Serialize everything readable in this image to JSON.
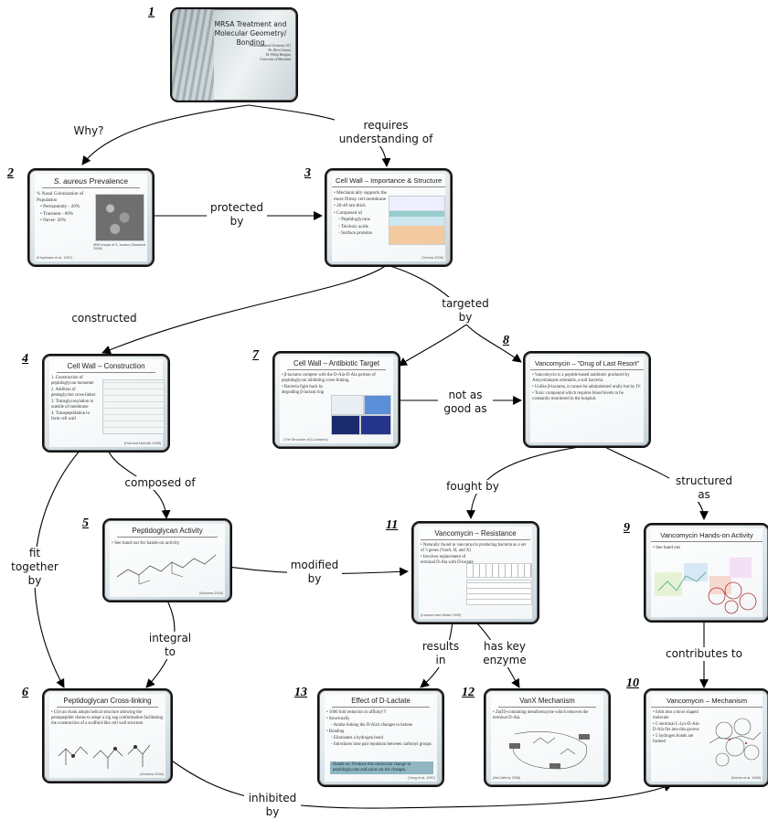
{
  "nodes": [
    {
      "number": "1",
      "title": "MRSA Treatment and Molecular Geometry/ Bonding",
      "subtitle_lines": [
        "Pharmaceutical Chemistry 101",
        "Dr. Sheri Gurney",
        "Dr. Philip Hudgins",
        "University of Maryland"
      ]
    },
    {
      "number": "2",
      "title_em": "S. aureus",
      "title_rest": " Prevalence",
      "bullets": [
        "% Nasal Colonization of Population",
        "• Permanently - 20%",
        "• Transient - 60%",
        "• Never- 20%"
      ],
      "caption": "SEM image of S. aureus (Rowland 2006)",
      "cite": "(Kluytmans et al. 1997)"
    },
    {
      "number": "3",
      "title": "Cell Wall – Importance & Structure",
      "bullets": [
        "• Mechanically supports the more flimsy cell membrane",
        "• 20-40 nm thick",
        "• Composed of",
        "  ◦ Peptidoglycans",
        "  ◦ Teichoic acids",
        "  ◦ Surface proteins"
      ],
      "cite": "(Tortora 2006)"
    },
    {
      "number": "4",
      "title": "Cell Wall – Construction",
      "bullets": [
        "1. Construction of peptidoglycan monomer",
        "2. Addition of pentaglycine cross-linker",
        "3. Transglycosylation to outside of membrane",
        "4. Transpeptidation to form cell wall"
      ],
      "cite": "(Hull and Nicholls 1998)"
    },
    {
      "number": "5",
      "title": "Peptidoglycan Activity",
      "bullets": [
        "• See hand out for hands-on activity"
      ],
      "cite": "(Molview 2006)"
    },
    {
      "number": "6",
      "title": "Peptidoglycan Cross-linking",
      "bullets": [
        "• Glycan chain adopts helical structure allowing the pentapeptide chains to adopt a zig zag conformation facilitating the construction of a scaffold-like cell wall structure"
      ],
      "cite": "(Molview 2006)"
    },
    {
      "number": "7",
      "title": "Cell Wall – Antibiotic Target",
      "bullets": [
        "• β-lactams compete with the D-Ala-D-Ala portion of peptidoglycan inhibiting cross-linking.",
        "• Bacteria fight back by degrading β-lactam ring"
      ],
      "cite": "(The Structure of β-Lactams)"
    },
    {
      "number": "8",
      "title": "Vancomycin – \"Drug of Last Resort\"",
      "bullets": [
        "• Vancomycin is a peptide-based antibiotic produced by Amycolatopsis orientalis, a soil bacteria.",
        "• Unlike β-lactams, it cannot be administered orally but by IV.",
        "• Toxic compound which requires blood levels to be constantly monitored in the hospital."
      ]
    },
    {
      "number": "9",
      "title": "Vancomycin Hands-on Activity",
      "bullets": [
        "• See hand out"
      ]
    },
    {
      "number": "10",
      "title": "Vancomycin – Mechanism",
      "bullets": [
        "• folds into a bowl shaped molecule",
        "• C-terminal L-Lys-D-Ala-D-Ala fits into this groove",
        "• 5 hydrogen bonds are formed"
      ],
      "cite": "(Kahne et al. 1998)"
    },
    {
      "number": "11",
      "title": "Vancomycin – Resistance",
      "bullets": [
        "• Naturally found in vancomycin producing bacteria as a set of 3 genes (VanA, H, and X)",
        "• Involves replacement of terminal D-Ala with D-lactate"
      ],
      "cite": "(Lessard and Walsh 1999)"
    },
    {
      "number": "12",
      "title": "VanX Mechanism",
      "bullets": [
        "• Zn(II)-containing metalloenzyme which removes the terminal D-Ala."
      ],
      "cite": "(McCafferty 2006)"
    },
    {
      "number": "13",
      "title": "Effect of D-Lactate",
      "bullets": [
        "• 1000 fold reduction in affinity!!!",
        "• Structurally",
        "  ◦ Amine linking the D-Ala's changes to ketone",
        "• Bonding",
        "  ◦ Eliminates a hydrogen bond",
        "  ◦ Introduces lone pair repulsion between carbonyl groups"
      ],
      "highlight": "Hands-on: Produce this molecular change in peptidoglycans and point out the changes.",
      "cite": "(Yang et al. 1997)"
    }
  ],
  "links": [
    {
      "from": "1",
      "to": "2",
      "label": "Why?"
    },
    {
      "from": "1",
      "to": "3",
      "label": "requires understanding of"
    },
    {
      "from": "2",
      "to": "3",
      "label": "protected by"
    },
    {
      "from": "3",
      "to": "4",
      "label": "constructed"
    },
    {
      "from": "3",
      "to": "7, 8",
      "label": "targeted by"
    },
    {
      "from": "7",
      "to": "8",
      "label": "not as good as"
    },
    {
      "from": "4",
      "to": "5",
      "label": "composed of"
    },
    {
      "from": "4",
      "to": "6",
      "label": "fit together by"
    },
    {
      "from": "5",
      "to": "6",
      "label": "integral to"
    },
    {
      "from": "5",
      "to": "11",
      "label": "modified by"
    },
    {
      "from": "8",
      "to": "11",
      "label": "fought by"
    },
    {
      "from": "8",
      "to": "9",
      "label": "structured as"
    },
    {
      "from": "11",
      "to": "13",
      "label": "results in"
    },
    {
      "from": "11",
      "to": "12",
      "label": "has key enzyme"
    },
    {
      "from": "9",
      "to": "10",
      "label": "contributes to"
    },
    {
      "from": "6",
      "to": "10",
      "label": "inhibited by"
    }
  ]
}
